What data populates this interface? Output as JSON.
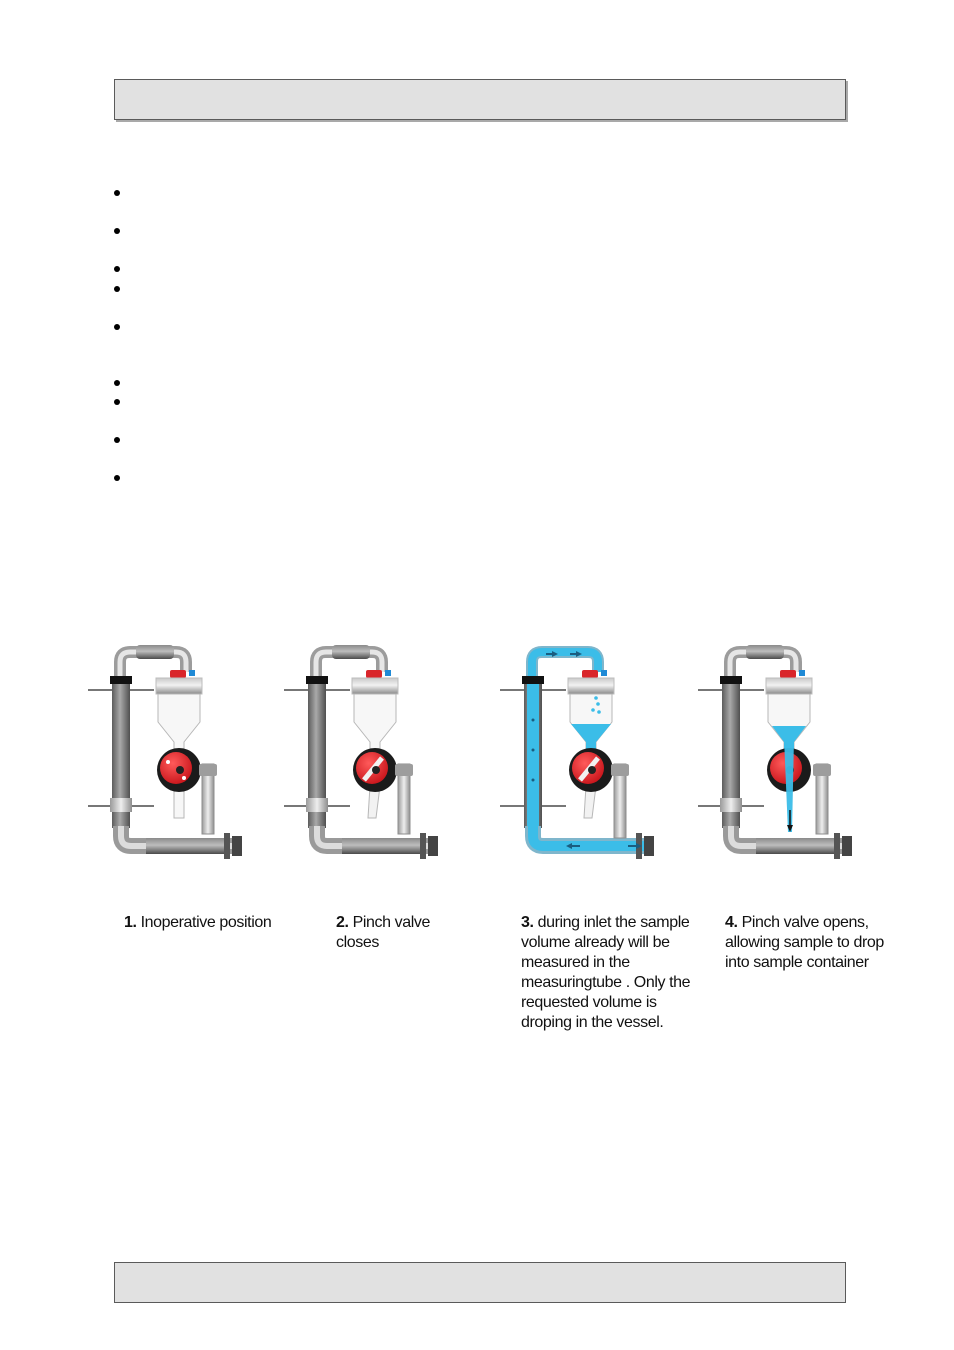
{
  "captions": [
    {
      "number": "1.",
      "text": " Inoperative position"
    },
    {
      "number": "2.",
      "text": " Pinch valve closes"
    },
    {
      "number": "3.",
      "text": " during inlet the sample volume already will be measured in the measuringtube . Only the requested volume is droping in the vessel."
    },
    {
      "number": "4.",
      "text": " Pinch valve opens, allowing sample to drop into sample container"
    }
  ],
  "colors": {
    "water": "#3bbde8",
    "pinch_valve": "#e31e24",
    "pipe_dark": "#707070",
    "header_fill": "#e1e1e1"
  }
}
